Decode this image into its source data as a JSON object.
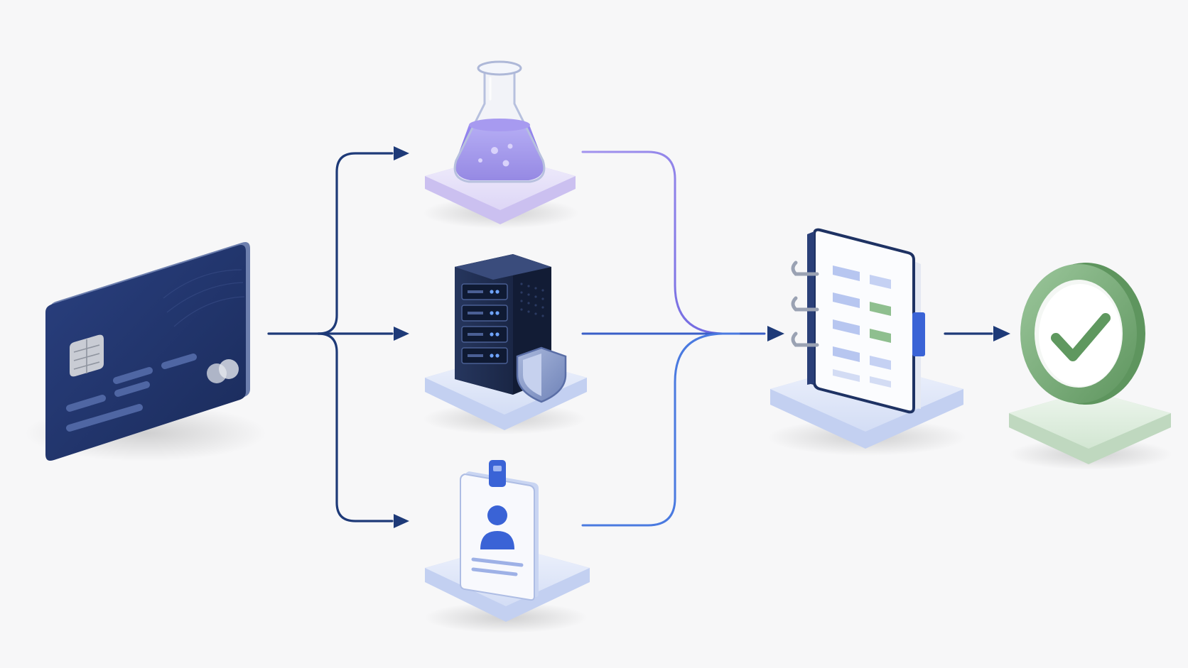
{
  "diagram": {
    "nodes": [
      {
        "id": "payment-card",
        "icon": "credit-card-icon"
      },
      {
        "id": "test-lab",
        "icon": "flask-icon"
      },
      {
        "id": "secure-server",
        "icon": "server-shield-icon"
      },
      {
        "id": "identity",
        "icon": "id-badge-icon"
      },
      {
        "id": "ledger",
        "icon": "notebook-icon"
      },
      {
        "id": "approved",
        "icon": "checkmark-icon"
      }
    ],
    "edges": [
      {
        "from": "payment-card",
        "to": "test-lab"
      },
      {
        "from": "payment-card",
        "to": "secure-server"
      },
      {
        "from": "payment-card",
        "to": "identity"
      },
      {
        "from": "test-lab",
        "to": "ledger"
      },
      {
        "from": "secure-server",
        "to": "ledger"
      },
      {
        "from": "identity",
        "to": "ledger"
      },
      {
        "from": "ledger",
        "to": "approved"
      }
    ],
    "colors": {
      "navy": "#1e3a78",
      "purple": "#8b7ce6",
      "blue": "#4a7ae0",
      "green": "#6fa56f",
      "card": "#1f3366",
      "background": "#f7f7f8"
    }
  }
}
